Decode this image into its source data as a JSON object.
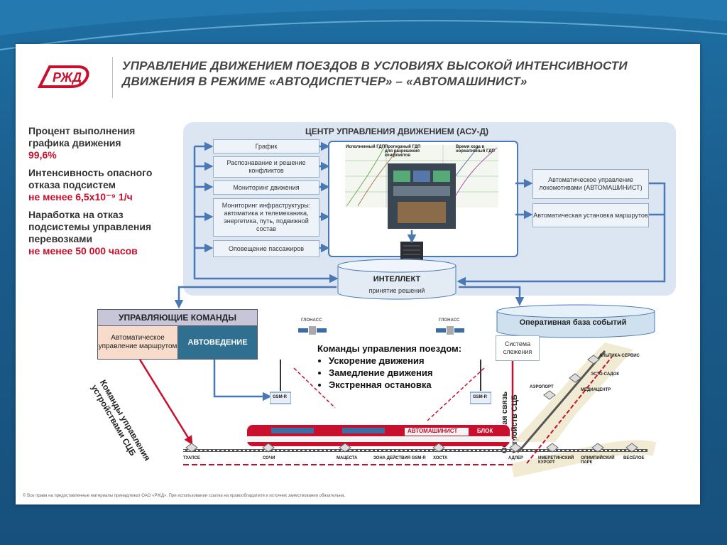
{
  "title_line1": "УПРАВЛЕНИЕ ДВИЖЕНИЕМ ПОЕЗДОВ В УСЛОВИЯХ ВЫСОКОЙ ИНТЕНСИВНОСТИ",
  "title_line2": "ДВИЖЕНИЯ В РЕЖИМЕ «АВТОДИСПЕТЧЕР» – «АВТОМАШИНИСТ»",
  "logo_text": "РЖД",
  "stats": [
    {
      "text": "Процент выполнения графика движения",
      "value": "99,6%"
    },
    {
      "text": "Интенсивность опасного отказа подсистем",
      "value": "не менее 6,5х10⁻⁹ 1/ч"
    },
    {
      "text": "Наработка на отказ подсистемы управления перевозками",
      "value": "не менее 50 000 часов"
    }
  ],
  "center": {
    "title": "ЦЕНТР УПРАВЛЕНИЯ ДВИЖЕНИЕМ (АСУ-Д)",
    "left_boxes": [
      "График",
      "Распознавание и решение конфликтов",
      "Мониторинг движения",
      "Мониторинг инфраструктуры: автоматика и телемеханика, энергетика, путь, подвижной состав",
      "Оповещение пассажиров"
    ],
    "right_boxes": [
      "Автоматическое управление локомотивами (АВТОМАШИНИСТ)",
      "Автоматическая установка маршрутов"
    ],
    "panel_headers": [
      "Исполненный ГДП",
      "Прогнозный ГДП для разрешения конфликтов",
      "Время хода в нормативный ГДП"
    ],
    "intellect": "ИНТЕЛЛЕКТ",
    "intellect_sub": "принятие решений"
  },
  "commands": {
    "head": "УПРАВЛЯЮЩИЕ КОМАНДЫ",
    "auto_route": "Автоматическое управление маршрутом",
    "auto_drive": "АВТОВЕДЕНИЕ"
  },
  "train_commands": {
    "title": "Команды управления поездом:",
    "items": [
      "Ускорение движения",
      "Замедление движения",
      "Экстренная остановка"
    ]
  },
  "events_db": "Оперативная база событий",
  "tracking": "Система слежения",
  "glonass": "ГЛОНАСС",
  "gsm": "GSM-R",
  "side_left": "Команды управления устройствами СЦБ",
  "side_right": "Обратная связь устройств СЦБ",
  "train": {
    "name": "АВТОМАШИНИСТ",
    "block": "БЛОК"
  },
  "stations": [
    "ТУАПСЕ",
    "СОЧИ",
    "МАЦЕСТА",
    "ЗОНА ДЕЙСТВИЯ GSM-R",
    "ХОСТА",
    "АДЛЕР",
    "ИМЕРЕТИНСКИЙ КУРОРТ",
    "ОЛИМПИЙСКИЙ ПАРК",
    "ВЕСЁЛОЕ",
    "АЭРОПОРТ",
    "МЕДИАЦЕНТР",
    "ЭСТО-САДОК",
    "АЛЬПИКА-СЕРВИС"
  ],
  "footer": "© Все права на предоставленные материалы принадлежат ОАО «РЖД». При использовании ссылка на правообладателя и источник заимствования обязательна.",
  "colors": {
    "accent": "#c8102e",
    "blue": "#4a78b5",
    "panel": "#dbe6f2"
  }
}
